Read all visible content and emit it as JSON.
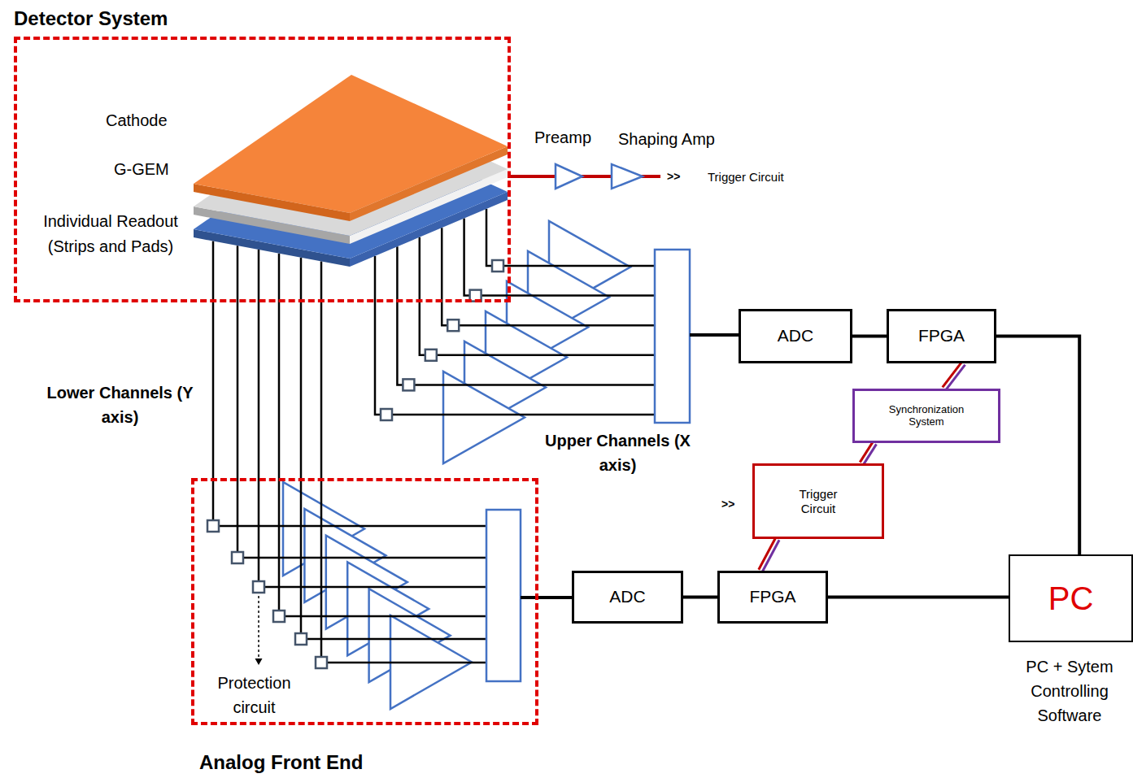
{
  "diagram": {
    "nodes": [
      {
        "text": [
          "Detector System"
        ]
      },
      {
        "text": [
          "ADC"
        ]
      },
      {
        "text": [
          "FPGA"
        ]
      },
      {
        "text": [
          "Synchronization System"
        ]
      },
      {
        "text": [
          "Trigger Circuit"
        ]
      },
      {
        "text": [
          "Analog Front End"
        ]
      },
      {
        "text": [
          "ADC"
        ]
      },
      {
        "text": [
          "FPGA"
        ]
      },
      {
        "text": [
          "PC",
          "PC + Sytem Controlling Software"
        ]
      }
    ],
    "edges": [
      {
        "from": 1,
        "to": 2,
        "arrow": "none"
      },
      {
        "from": 2,
        "to": 8,
        "arrow": "none"
      },
      {
        "from": 2,
        "to": 3,
        "arrow": "none"
      },
      {
        "from": 3,
        "to": 4,
        "arrow": "none"
      },
      {
        "from": 4,
        "to": 7,
        "arrow": "none"
      },
      {
        "from": 6,
        "to": 7,
        "arrow": "none"
      },
      {
        "from": 7,
        "to": 8,
        "arrow": "none"
      }
    ],
    "labels": [
      "Cathode",
      "G-GEM",
      "Individual Readout (Strips and Pads)",
      "Preamp",
      "Shaping Amp",
      ">>",
      "Trigger Circuit",
      "Lower Channels (Y axis)",
      "Upper Channels (X axis)",
      ">>",
      "Protection circuit"
    ]
  }
}
